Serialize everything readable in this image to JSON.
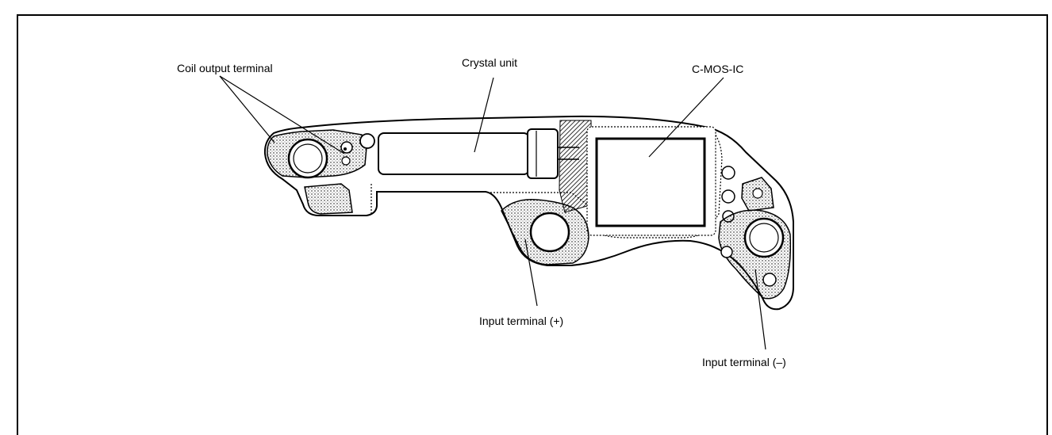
{
  "labels": {
    "coil_output": "Coil output terminal",
    "crystal_unit": "Crystal unit",
    "cmos_ic": "C-MOS-IC",
    "input_plus": "Input terminal (+)",
    "input_minus": "Input terminal (–)"
  }
}
